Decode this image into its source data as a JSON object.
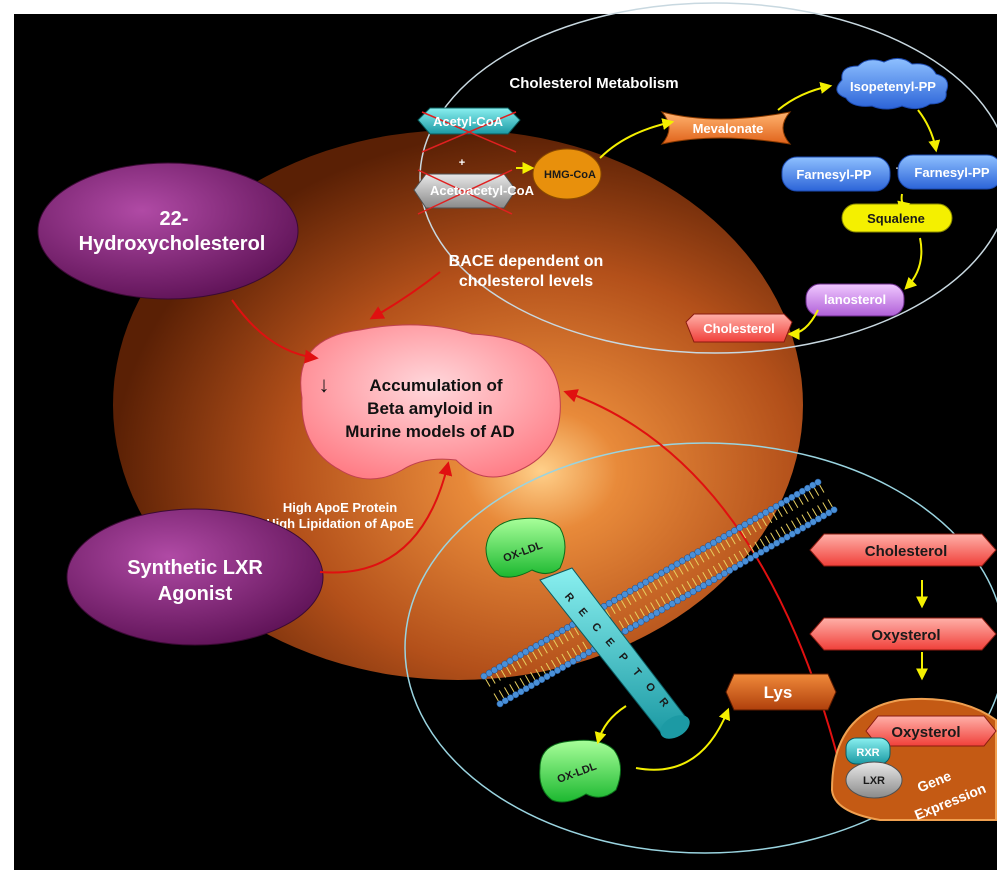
{
  "metabolism": {
    "title": "Cholesterol Metabolism",
    "acetyl_coa": "Acetyl-CoA",
    "plus_1": "+",
    "acetoacetyl_coa": "Acetoacetyl-CoA",
    "hmg_coa": "HMG-CoA",
    "mevalonate": "Mevalonate",
    "isopentenyl_pp": "Isopetenyl-PP",
    "farnesyl_pp_1": "Farnesyl-PP",
    "plus_2": "+",
    "farnesyl_pp_2": "Farnesyl-PP",
    "squalene": "Squalene",
    "lanosterol": "lanosterol",
    "cholesterol": "Cholesterol"
  },
  "bace": {
    "line1": "BACE dependent on",
    "line2": "cholesterol levels"
  },
  "hydroxycholesterol": {
    "line1": "22-",
    "line2": "Hydroxycholesterol"
  },
  "accumulation": {
    "arrow": "↓",
    "line1": "Accumulation of",
    "line2": "Beta amyloid in",
    "line3": "Murine models of AD"
  },
  "apoe": {
    "line1": "High ApoE Protein",
    "line2": "High Lipidation of ApoE"
  },
  "lxr_agonist": {
    "line1": "Synthetic LXR",
    "line2": "Agonist"
  },
  "receptor": {
    "ox_ldl_top": "OX-LDL",
    "ox_ldl_bottom": "OX-LDL",
    "letters": [
      "R",
      "E",
      "C",
      "E",
      "P",
      "T",
      "O",
      "R"
    ]
  },
  "lys": "Lys",
  "pathway": {
    "cholesterol": "Cholesterol",
    "oxysterol_1": "Oxysterol",
    "oxysterol_2": "Oxysterol",
    "rxr": "RXR",
    "lxr": "LXR",
    "gene_line1": "Gene",
    "gene_line2": "Expression"
  },
  "colors": {
    "background": "#000000",
    "cell": "#c45a14",
    "purple": "#7a1e70",
    "pink": "#ff7f86",
    "teal": "#35c9c9",
    "orange": "#f08030",
    "blue": "#3d7fe8",
    "yellow": "#f4f000",
    "violet": "#c878e8",
    "salmon": "#ff6a5a",
    "green": "#38e050"
  }
}
